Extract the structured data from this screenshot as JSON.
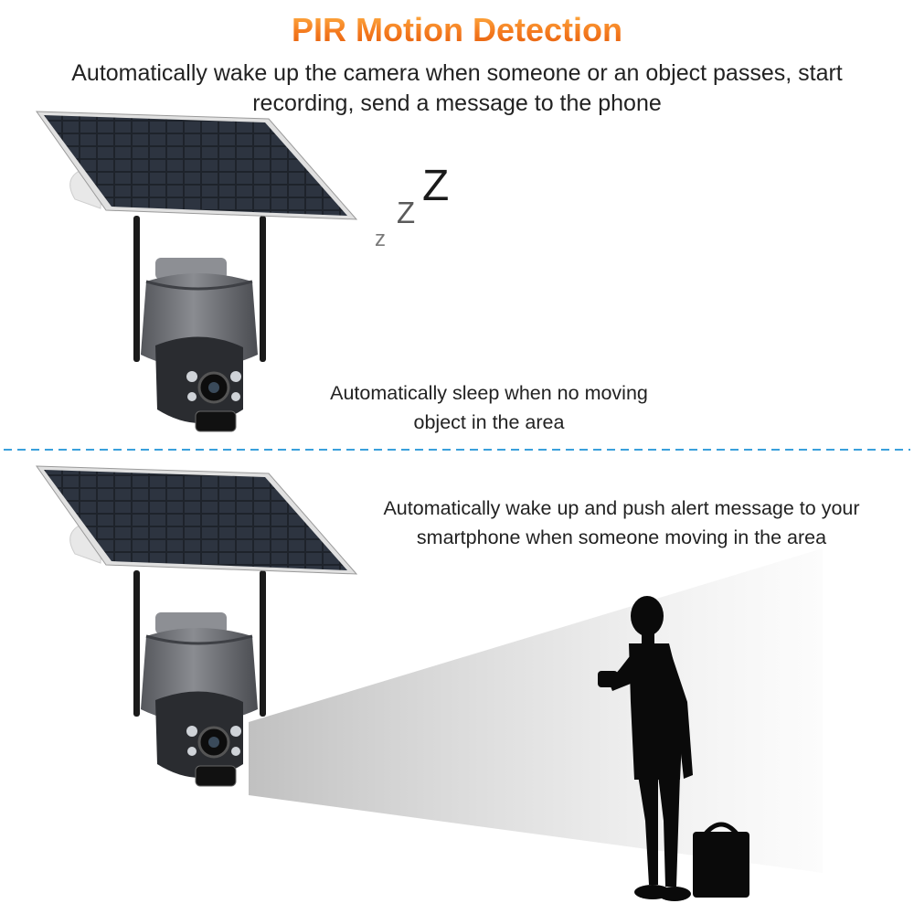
{
  "header": {
    "title": "PIR Motion Detection",
    "subtitle": "Automatically wake up the camera when someone or an object passes, start recording, send a message to the phone"
  },
  "sleep_state": {
    "caption": "Automatically sleep when no moving object in the area",
    "snore": [
      "z",
      "Z",
      "Z"
    ]
  },
  "wake_state": {
    "caption": "Automatically wake up and push alert message to your smartphone when someone moving in the area"
  },
  "colors": {
    "title_orange": "#f47a1f",
    "divider_blue": "#3aa0dc",
    "camera_gray": "#6c6e73",
    "panel_dark": "#1c2027"
  }
}
